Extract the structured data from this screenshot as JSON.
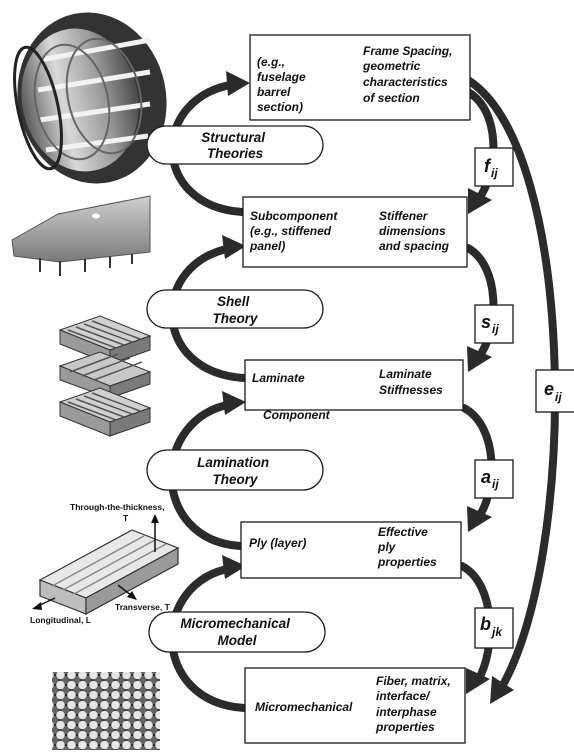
{
  "levels": {
    "structure": {
      "left": [
        "(e.g.,",
        "fuselage",
        "barrel",
        "section)"
      ],
      "right": [
        "Frame Spacing,",
        "geometric",
        "characteristics",
        "of section"
      ]
    },
    "subcomponent": {
      "left": [
        "Subcomponent",
        "(e.g., stiffened",
        "panel)"
      ],
      "right": [
        "Stiffener",
        "dimensions",
        "and spacing"
      ]
    },
    "laminate": {
      "left": [
        "Laminate"
      ],
      "right": [
        "Laminate",
        "Stiffnesses"
      ],
      "overflow": "Component"
    },
    "ply": {
      "left": [
        "Ply (layer)"
      ],
      "right": [
        "Effective",
        "ply",
        "properties"
      ]
    },
    "micro": {
      "left": [
        "Micromechanical"
      ],
      "right": [
        "Fiber, matrix,",
        "interface/",
        "interphase",
        "properties"
      ]
    }
  },
  "theories": {
    "structural": [
      "Structural",
      "Theories"
    ],
    "shell": [
      "Shell",
      "Theory"
    ],
    "lamination": [
      "Lamination",
      "Theory"
    ],
    "micromechanical": [
      "Micromechanical",
      "Model"
    ]
  },
  "transfers": {
    "f": {
      "symbol": "f",
      "sub": "ij"
    },
    "s": {
      "symbol": "s",
      "sub": "ij"
    },
    "a": {
      "symbol": "a",
      "sub": "ij"
    },
    "b": {
      "symbol": "b",
      "sub": "jk"
    },
    "e": {
      "symbol": "e",
      "sub": "ij"
    }
  },
  "ply_axes": {
    "through": [
      "Through-the-thickness,",
      "T"
    ],
    "transverse": "Transverse, T",
    "longitudinal": "Longitudinal, L"
  }
}
